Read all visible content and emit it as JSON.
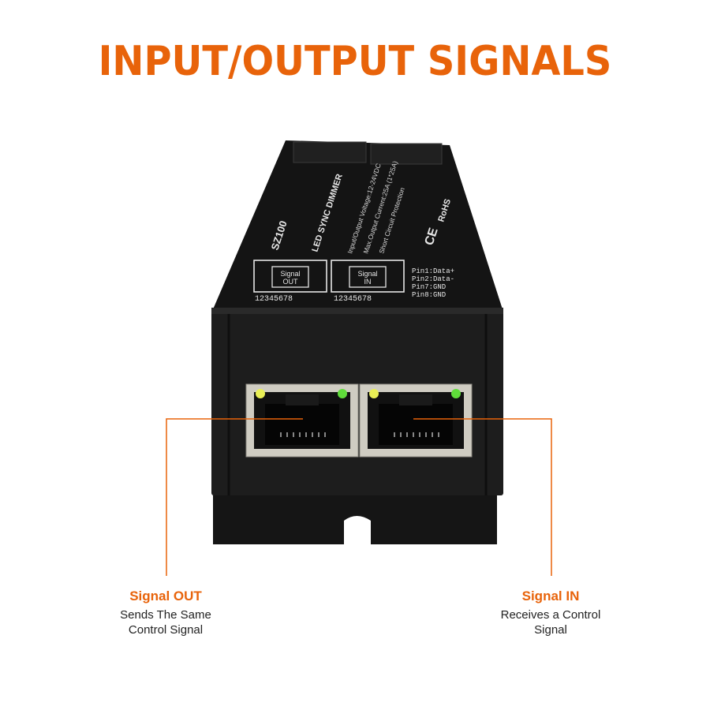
{
  "title": "INPUT/OUTPUT SIGNALS",
  "colors": {
    "accent": "#e8630a",
    "device_body": "#1b1b1b",
    "port_metal": "#c9c6bd"
  },
  "device": {
    "model": "SZ100",
    "name": "LED SYNC DIMMER",
    "spec_lines": [
      "Input/Output Voltage:12-24VDC",
      "Max.Output Current:25A (1*25A)",
      "Short Circuit Protection"
    ],
    "port_left_label": "Signal OUT",
    "port_right_label": "Signal IN",
    "pin_numbers": "12345678",
    "pins": [
      "Pin1:Data+",
      "Pin2:Data-",
      "Pin7:GND",
      "Pin8:GND"
    ],
    "certs": [
      "CE",
      "RoHS"
    ]
  },
  "callouts": {
    "out": {
      "title": "Signal OUT",
      "description_line1": "Sends The Same",
      "description_line2": "Control Signal"
    },
    "in": {
      "title": "Signal IN",
      "description_line1": "Receives a Control",
      "description_line2": "Signal"
    }
  }
}
